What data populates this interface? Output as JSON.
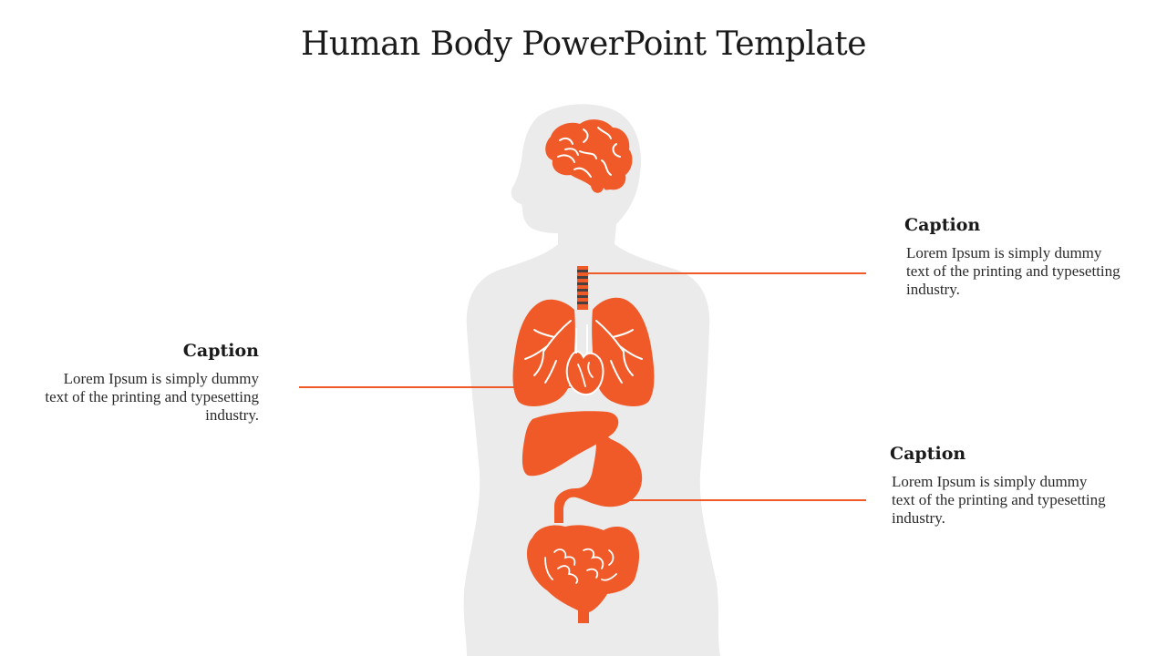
{
  "title": "Human Body PowerPoint Template",
  "colors": {
    "accent": "#f05a28",
    "silhouette": "#ebebeb",
    "organ_detail": "#ffffff"
  },
  "captions": [
    {
      "id": "left",
      "heading": "Caption",
      "body": "Lorem Ipsum is simply dummy text of the printing and typesetting industry."
    },
    {
      "id": "right-top",
      "heading": "Caption",
      "body": "Lorem Ipsum is simply dummy text of the printing and typesetting industry."
    },
    {
      "id": "right-bottom",
      "heading": "Caption",
      "body": "Lorem Ipsum is simply dummy text of the printing and typesetting industry."
    }
  ],
  "organs": [
    "brain-icon",
    "trachea-icon",
    "lungs-icon",
    "heart-icon",
    "liver-icon",
    "stomach-icon",
    "intestines-icon"
  ]
}
